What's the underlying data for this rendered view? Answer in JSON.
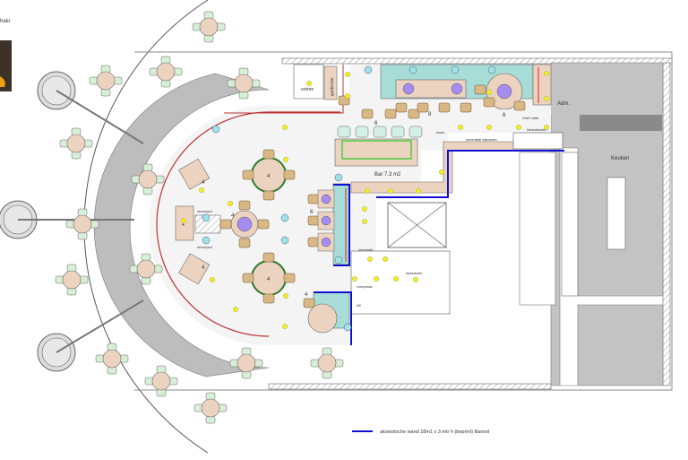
{
  "plan": {
    "corner_text": "halo",
    "rooms": {
      "entree": "entree",
      "garderobe": "garderobe",
      "admin": "Adm.",
      "chefs_table": "Chef's table",
      "bar": "Bar 7.3 m2",
      "kitchen": "Keuken",
      "kassa": "kassa",
      "wine_display": "presentatie wijnkasten",
      "fridges": "bierkoelkasten",
      "mens_toilet": "herentoilet",
      "ladies_toilet": "damestoilet",
      "hall": "voorportaal",
      "meter": "MK",
      "serveerpunt_top": "serveerpunt",
      "serveerpunt_bottom": "serveerpunt"
    },
    "seat_counts": {
      "long_table_top": "8",
      "chefs_table": "6",
      "bar_stools": "6",
      "side_tables": "6",
      "round_top": "4",
      "round_center": "4",
      "round_bottom": "4",
      "round_lounge": "4",
      "square_upper": "4",
      "square_lower": "4",
      "square_mid": "4"
    }
  },
  "legend": {
    "items": [
      {
        "label": "akoestische wand  18m1 x 3 mtr h (beprint) Barisol",
        "color": "#1010d0"
      }
    ]
  },
  "colors": {
    "teal": "#a8dcd6",
    "tan": "#ecd3c0",
    "chair": "#d9b886",
    "terrace_chair": "#d7efd7",
    "lamp": "#f4ee1a",
    "purple": "#a58cf0",
    "gray": "#c3c3c3",
    "acoustic": "#1010d0"
  }
}
